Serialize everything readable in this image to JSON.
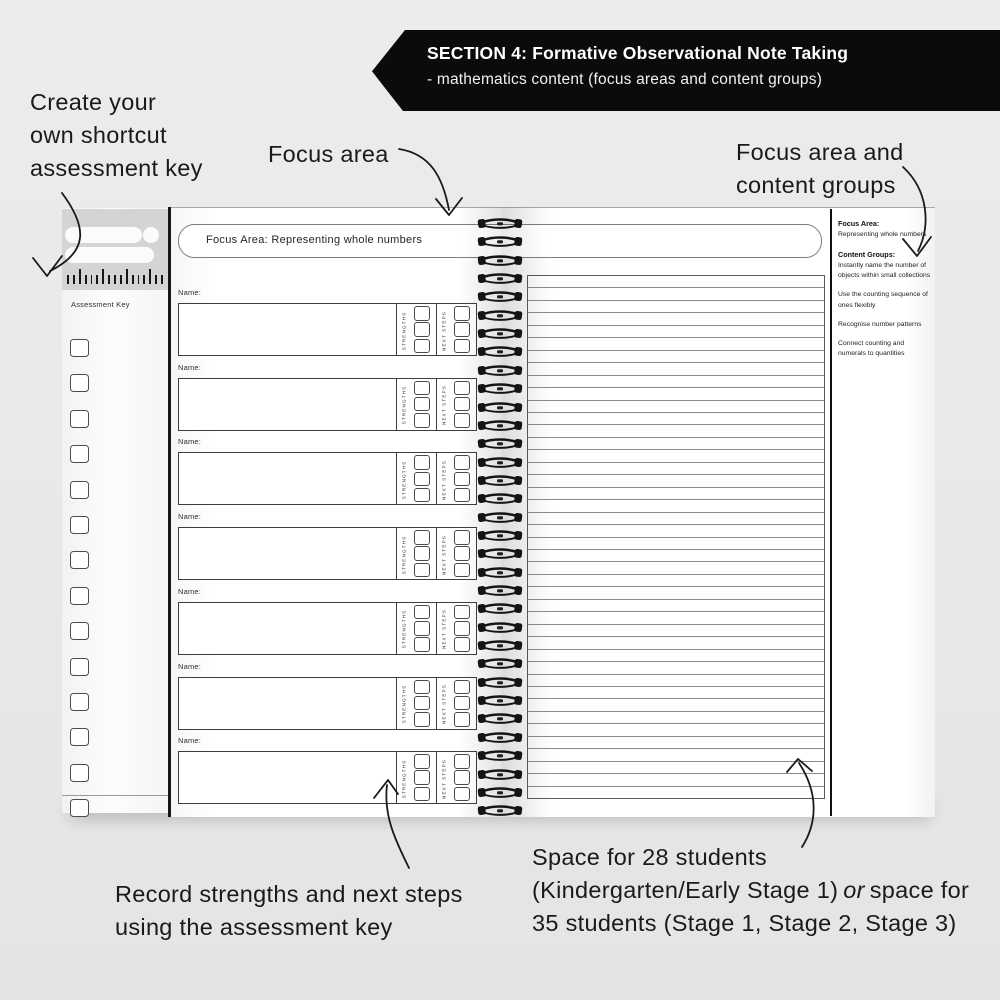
{
  "banner": {
    "title": "SECTION 4: Formative Observational Note Taking",
    "subtitle": "- mathematics content (focus areas and content groups)"
  },
  "annotations": {
    "create_key_lines": [
      "Create your",
      "own shortcut",
      "assessment key"
    ],
    "focus_area": "Focus area",
    "focus_content_lines": [
      "Focus area and",
      "content groups"
    ],
    "record_lines": [
      "Record strengths and next steps",
      "using the assessment key"
    ],
    "space_line1": "Space for 28 students",
    "space_line2_pre": "(Kindergarten/Early Stage 1)",
    "space_line2_italic": "or",
    "space_line2_post": "space for",
    "space_line3": "35 students (Stage 1, Stage 2, Stage 3)"
  },
  "notebook": {
    "assessment_key_label": "Assessment Key",
    "key_checkbox_count": 14,
    "focus_header": "Focus Area: Representing whole numbers",
    "name_label": "Name:",
    "strengths_label": "STRENGTHS",
    "next_steps_label": "NEXT STEPS",
    "student_block_count": 7,
    "checkboxes_per_column": 3,
    "ruled_line_rows": 42,
    "spiral_coil_count": 33,
    "ruler_tick_count": 17,
    "sidebar": {
      "focus_area_title": "Focus Area:",
      "focus_area_value": "Representing whole numbers",
      "content_groups_title": "Content Groups:",
      "content_groups": [
        "Instantly name the number of objects within small collections",
        "Use the counting sequence of ones flexibly",
        "Recognise number patterns",
        "Connect counting and numerals to quantities"
      ]
    }
  },
  "colors": {
    "background": "#e9e8e7",
    "banner_bg": "#0b0b0b",
    "page": "#ffffff",
    "ink": "#1a1a1a"
  }
}
